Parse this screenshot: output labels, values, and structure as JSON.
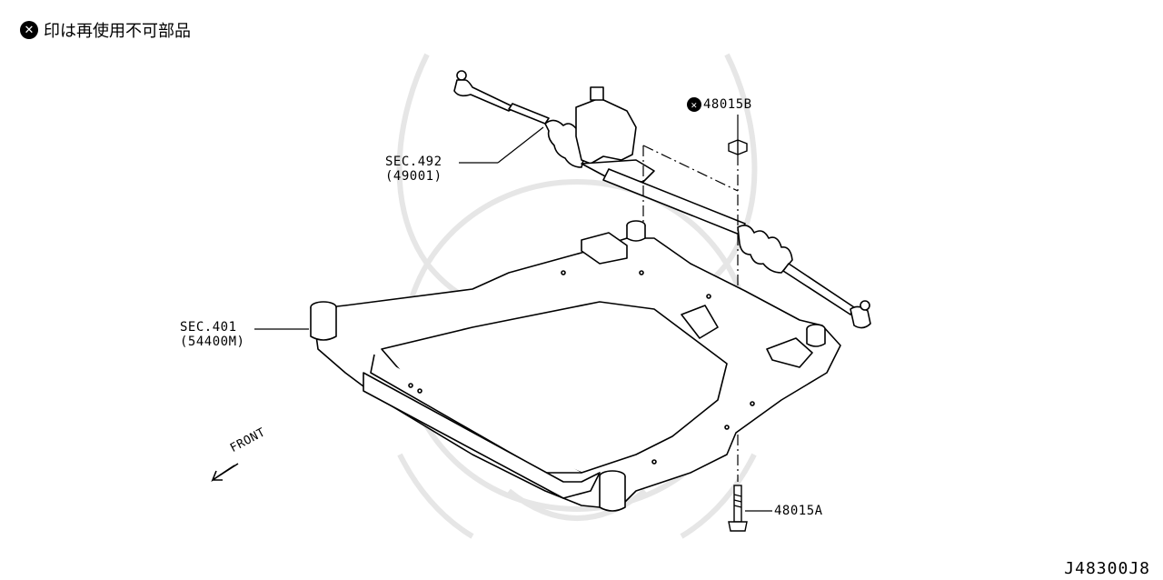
{
  "note": {
    "icon": "circled-x-icon",
    "text": "印は再使用不可部品"
  },
  "callouts": {
    "steering_gear": {
      "line1": "SEC.492",
      "line2": "(49001)"
    },
    "suspension_member": {
      "line1": "SEC.401",
      "line2": "(54400M)"
    },
    "nut": {
      "icon": "circled-x-icon",
      "code": "48015B"
    },
    "bolt": {
      "code": "48015A"
    }
  },
  "front_indicator": {
    "text": "FRONT",
    "icon": "arrow-down-left-icon"
  },
  "diagram_code": "J48300J8",
  "colors": {
    "line": "#000000",
    "fill": "#ffffff",
    "watermark": "#e8e8e8"
  }
}
